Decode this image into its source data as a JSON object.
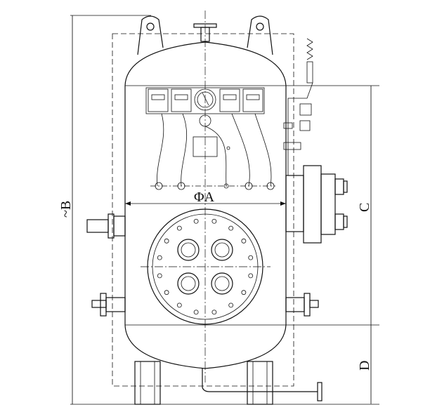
{
  "dimensions": {
    "height_overall": "~B",
    "diameter": "ΦA",
    "shell_height": "C",
    "leg_height": "D"
  }
}
